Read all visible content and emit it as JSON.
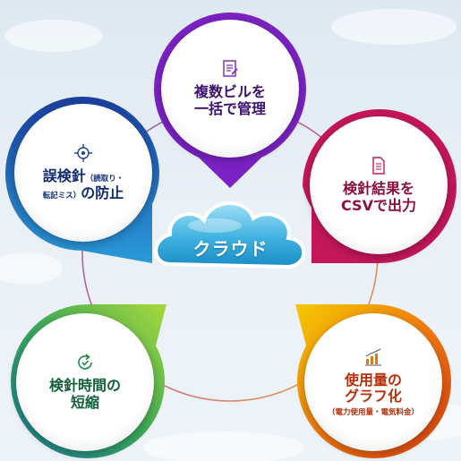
{
  "center": {
    "label": "クラウド"
  },
  "nodes": {
    "top": {
      "line1": "複数ビルを",
      "line2": "一括で管理",
      "icon": "checklist-icon",
      "color": "#7b22c4"
    },
    "right_top": {
      "line1": "検針結果を",
      "line2": "CSVで出力",
      "icon": "document-icon",
      "color": "#c4175a"
    },
    "right_bottom": {
      "line1": "使用量の",
      "line2": "グラフ化",
      "sub": "（電力使用量・電気料金）",
      "icon": "bar-chart-icon",
      "color": "#d4420c"
    },
    "left_bottom": {
      "line1": "検針時間の",
      "line2": "短縮",
      "icon": "refresh-icon",
      "color": "#1d8a48"
    },
    "left_top": {
      "line1a": "誤検針",
      "line1b": "（読取り・",
      "line2a": "転記ミス）",
      "line2b": "の防止",
      "icon": "target-icon",
      "color": "#1b3f9e"
    }
  }
}
